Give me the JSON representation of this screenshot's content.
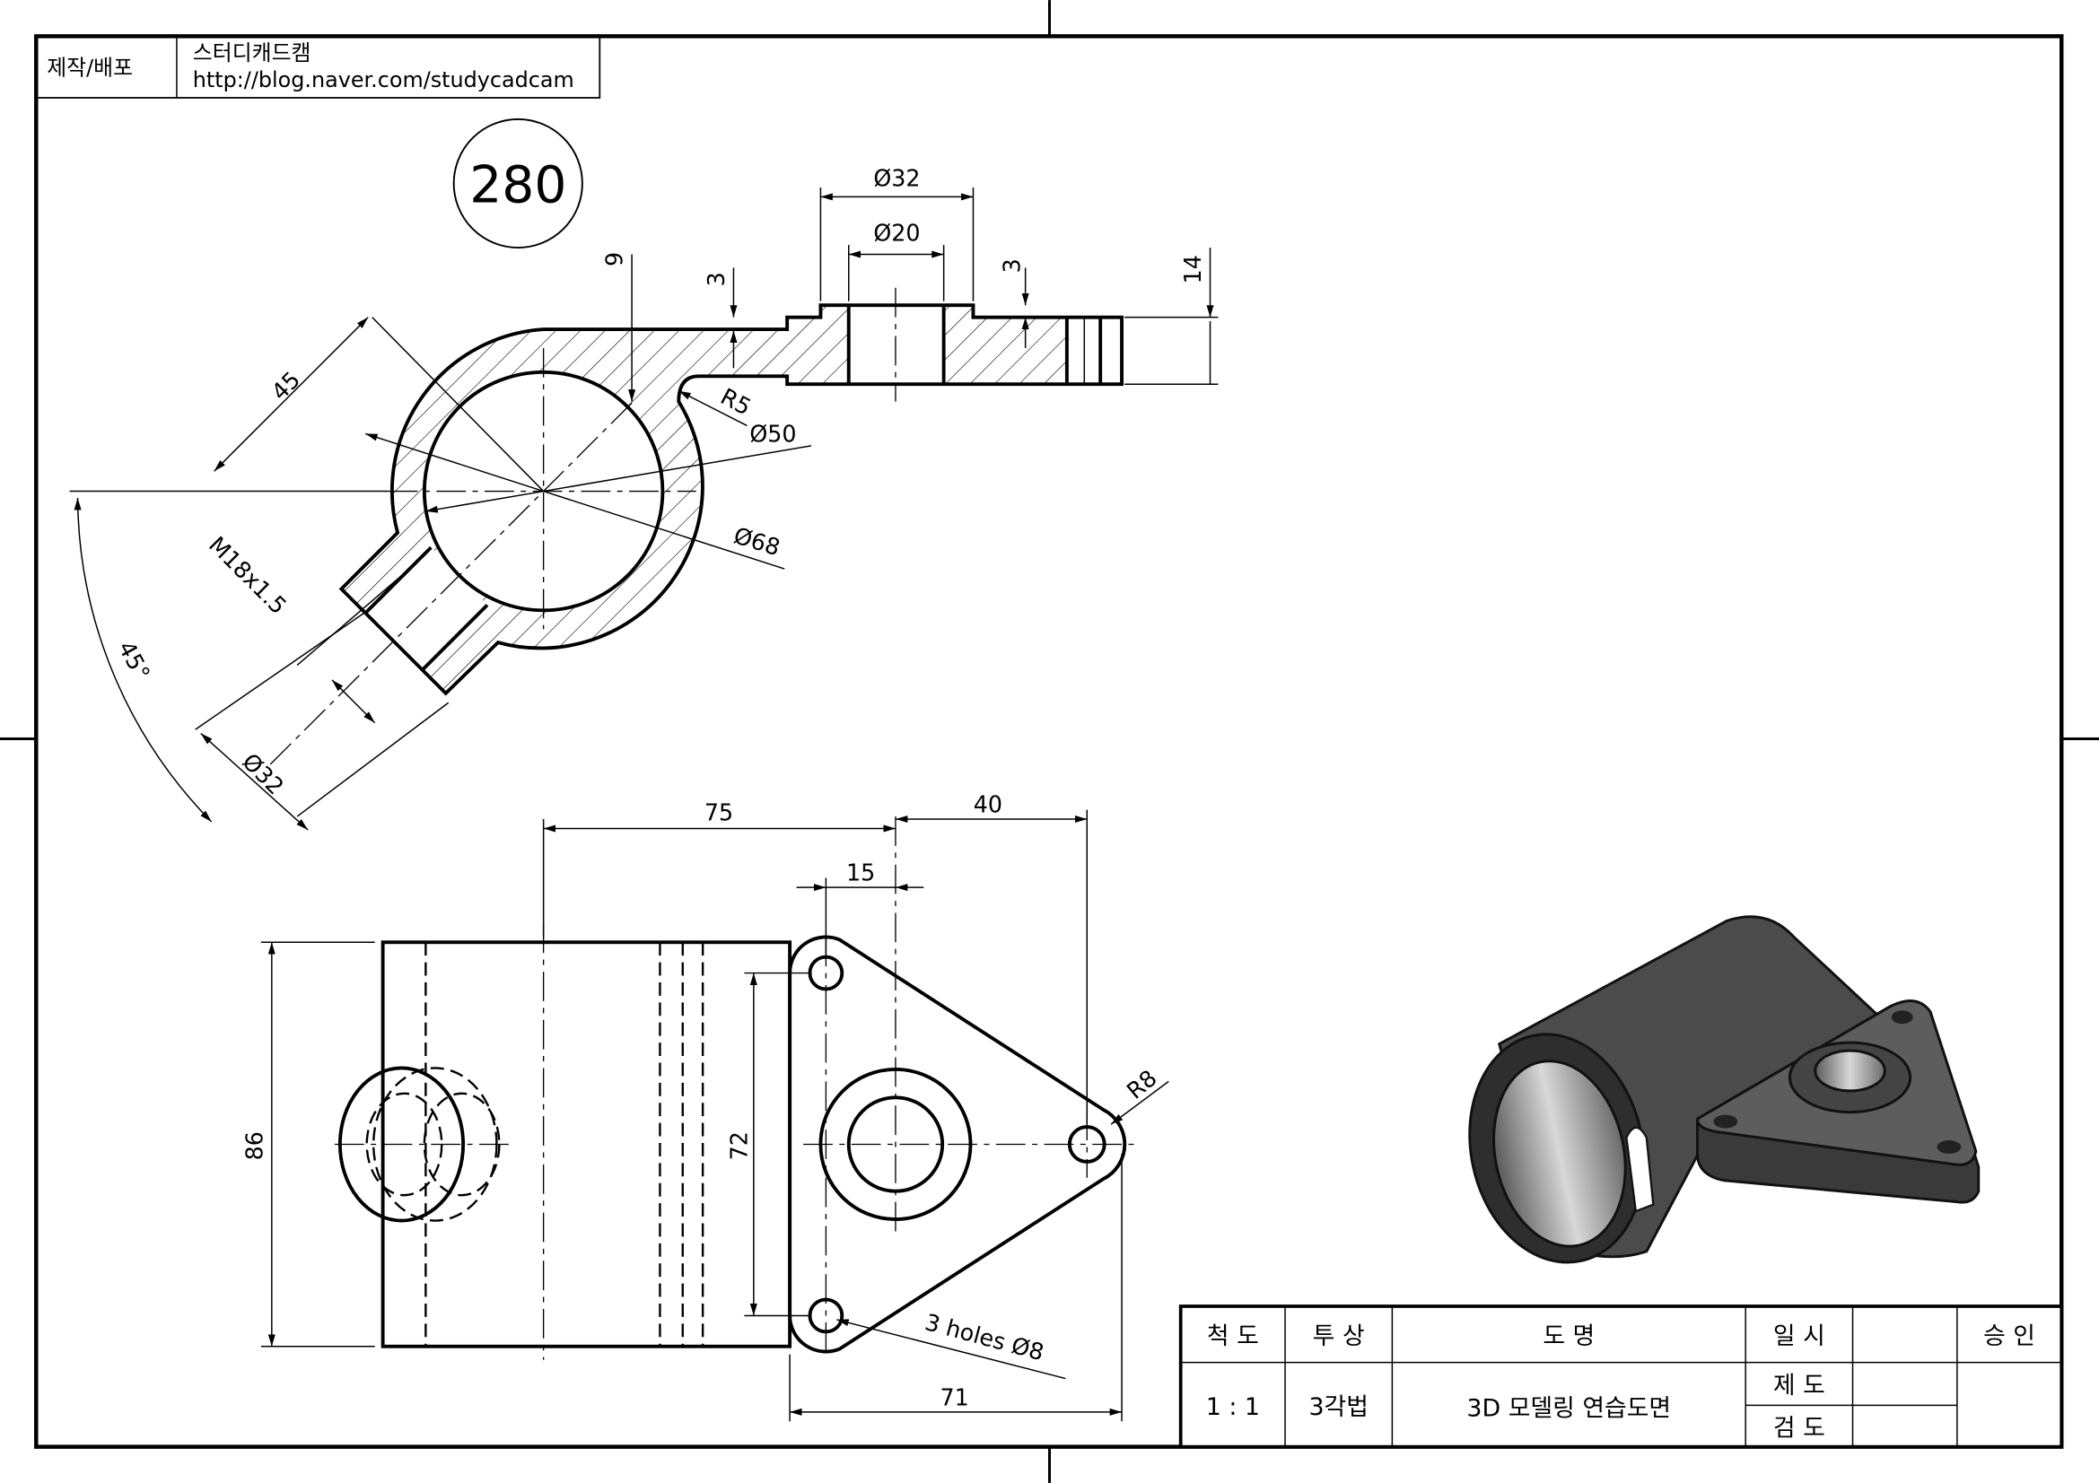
{
  "header": {
    "label": "제작/배포",
    "author": "스터디캐드캠",
    "url": "http://blog.naver.com/studycadcam"
  },
  "part_number": "280",
  "dimensions": {
    "top_view": {
      "d32": "Ø32",
      "d20": "Ø20",
      "nine": "9",
      "three_left": "3",
      "three_right": "3",
      "fourteen": "14",
      "r5": "R5",
      "d50": "Ø50",
      "d68": "Ø68",
      "fortyfive": "45",
      "thread": "M18x1.5",
      "angle": "45°",
      "boss_d32": "Ø32"
    },
    "front_view": {
      "seventyfive": "75",
      "forty": "40",
      "fifteen": "15",
      "eightysix": "86",
      "seventytwo": "72",
      "r8": "R8",
      "holes": "3 holes Ø8",
      "seventyone": "71"
    }
  },
  "title_block": {
    "scale_label": "척 도",
    "projection_label": "투 상",
    "name_label": "도 명",
    "date_label": "일 시",
    "approve_label": "승 인",
    "scale_value": "1 : 1",
    "projection_value": "3각법",
    "drawing_name": "3D 모델링 연습도면",
    "drafted_label": "제 도",
    "checked_label": "검 도"
  }
}
